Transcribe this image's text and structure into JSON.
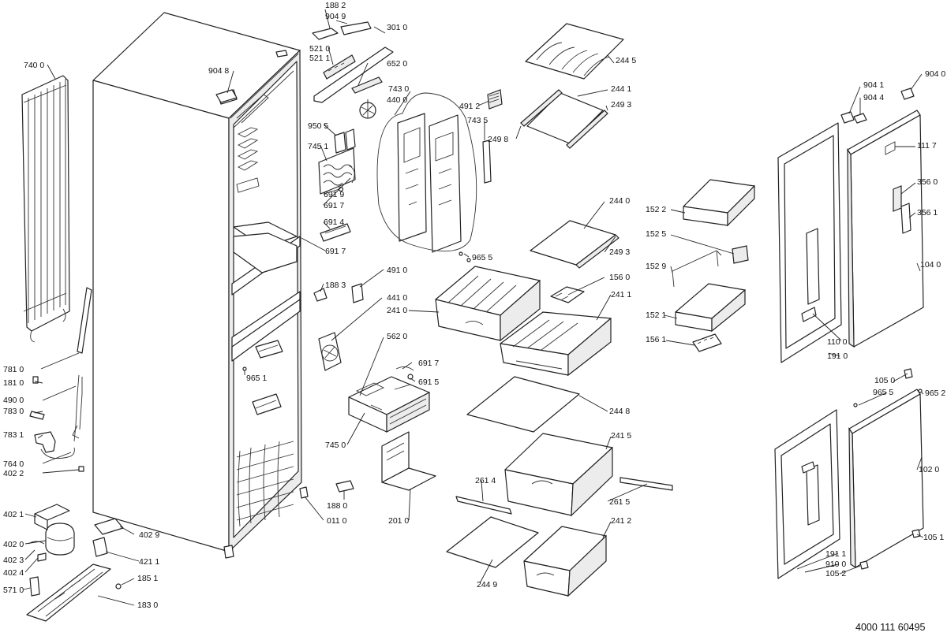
{
  "document_number": "4000 111 60495",
  "callouts": {
    "c1882": "188 2",
    "c9049": "904 9",
    "c3010": "301 0",
    "c5210": "521 0",
    "c5211": "521 1",
    "c6520": "652 0",
    "c7430": "743 0",
    "c4400": "440 0",
    "c4912": "491 2",
    "c7435": "743 5",
    "c9048": "904 8",
    "c7400": "740 0",
    "c9505": "950 5",
    "c7451": "745 1",
    "c6919": "691 9",
    "c6917a": "691 7",
    "c6914": "691 4",
    "c6917b": "691 7",
    "c9655a": "965 5",
    "c1883": "188 3",
    "c4910": "491 0",
    "c4410": "441 0",
    "c2410": "241 0",
    "c5620": "562 0",
    "c6917c": "691 7",
    "c6915": "691 5",
    "c7450": "745 0",
    "c9651": "965 1",
    "c1880": "188 0",
    "c0110": "011 0",
    "c2010": "201 0",
    "c2445": "244 5",
    "c2441": "244 1",
    "c2493a": "249 3",
    "c2498": "249 8",
    "c2440": "244 0",
    "c2493b": "249 3",
    "c1560": "156 0",
    "c2411": "241 1",
    "c2448": "244 8",
    "c2415": "241 5",
    "c2614": "261 4",
    "c2615": "261 5",
    "c2412": "241 2",
    "c2449": "244 9",
    "c1522": "152 2",
    "c1525": "152 5",
    "c1529": "152 9",
    "c1521": "152 1",
    "c1561": "156 1",
    "c9041": "904 1",
    "c9044": "904 4",
    "c9040": "904 0",
    "c1117": "111 7",
    "c3560": "356 0",
    "c3561": "356 1",
    "c1040": "104 0",
    "c1100": "110 0",
    "c1910": "191 0",
    "c1050": "105 0",
    "c9655b": "965 5",
    "c9652": "965 2",
    "c1020": "102 0",
    "c1051": "105 1",
    "c1911": "191 1",
    "c9100": "910 0",
    "c1052": "105 2",
    "c7810": "781 0",
    "c1810": "181 0",
    "c4900": "490 0",
    "c7830": "783 0",
    "c7831": "783 1",
    "c7640": "764 0",
    "c4022": "402 2",
    "c4021": "402 1",
    "c4020": "402 0",
    "c4023": "402 3",
    "c4024": "402 4",
    "c5710": "571 0",
    "c4029": "402 9",
    "c4211": "421 1",
    "c1851": "185 1",
    "c1830": "183 0"
  }
}
